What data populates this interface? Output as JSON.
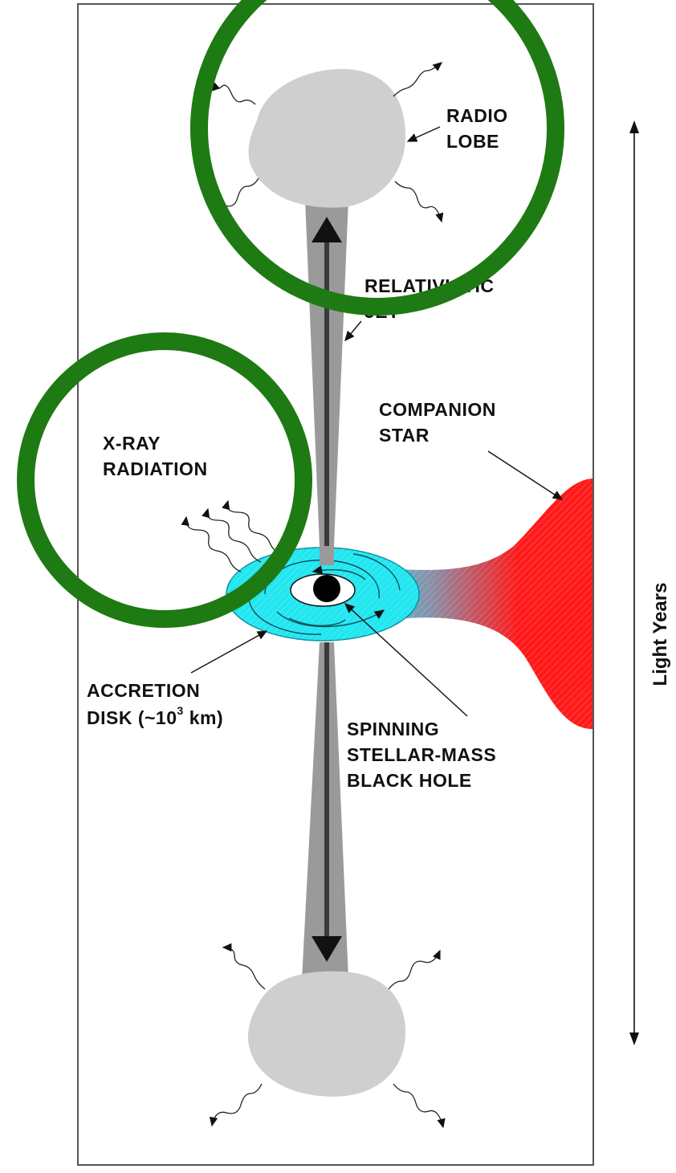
{
  "labels": {
    "radio_lobe": [
      "RADIO",
      "LOBE"
    ],
    "relativistic_jet": [
      "RELATIVISTIC",
      "JET"
    ],
    "companion_star": [
      "COMPANION",
      "STAR"
    ],
    "xray_radiation": [
      "X-RAY",
      "RADIATION"
    ],
    "accretion_disk_line1": "ACCRETION",
    "accretion_disk_prefix": "DISK (~10",
    "accretion_disk_exponent": "3",
    "accretion_disk_suffix": " km)",
    "black_hole": [
      "SPINNING",
      "STELLAR-MASS",
      "BLACK HOLE"
    ],
    "scale_axis": "Light Years"
  },
  "colors": {
    "frame": "#555555",
    "lobe": "#cfcfcf",
    "jet_outer": "#9a9a9a",
    "jet_core": "#3a3a3a",
    "disk": "#22e6f0",
    "disk_edge": "#0a8fa0",
    "companion_star": "#ff1a1a",
    "highlight_circle": "#1e7a12",
    "text": "#111111"
  },
  "highlights": [
    "radio-lobe",
    "x-ray-radiation"
  ]
}
